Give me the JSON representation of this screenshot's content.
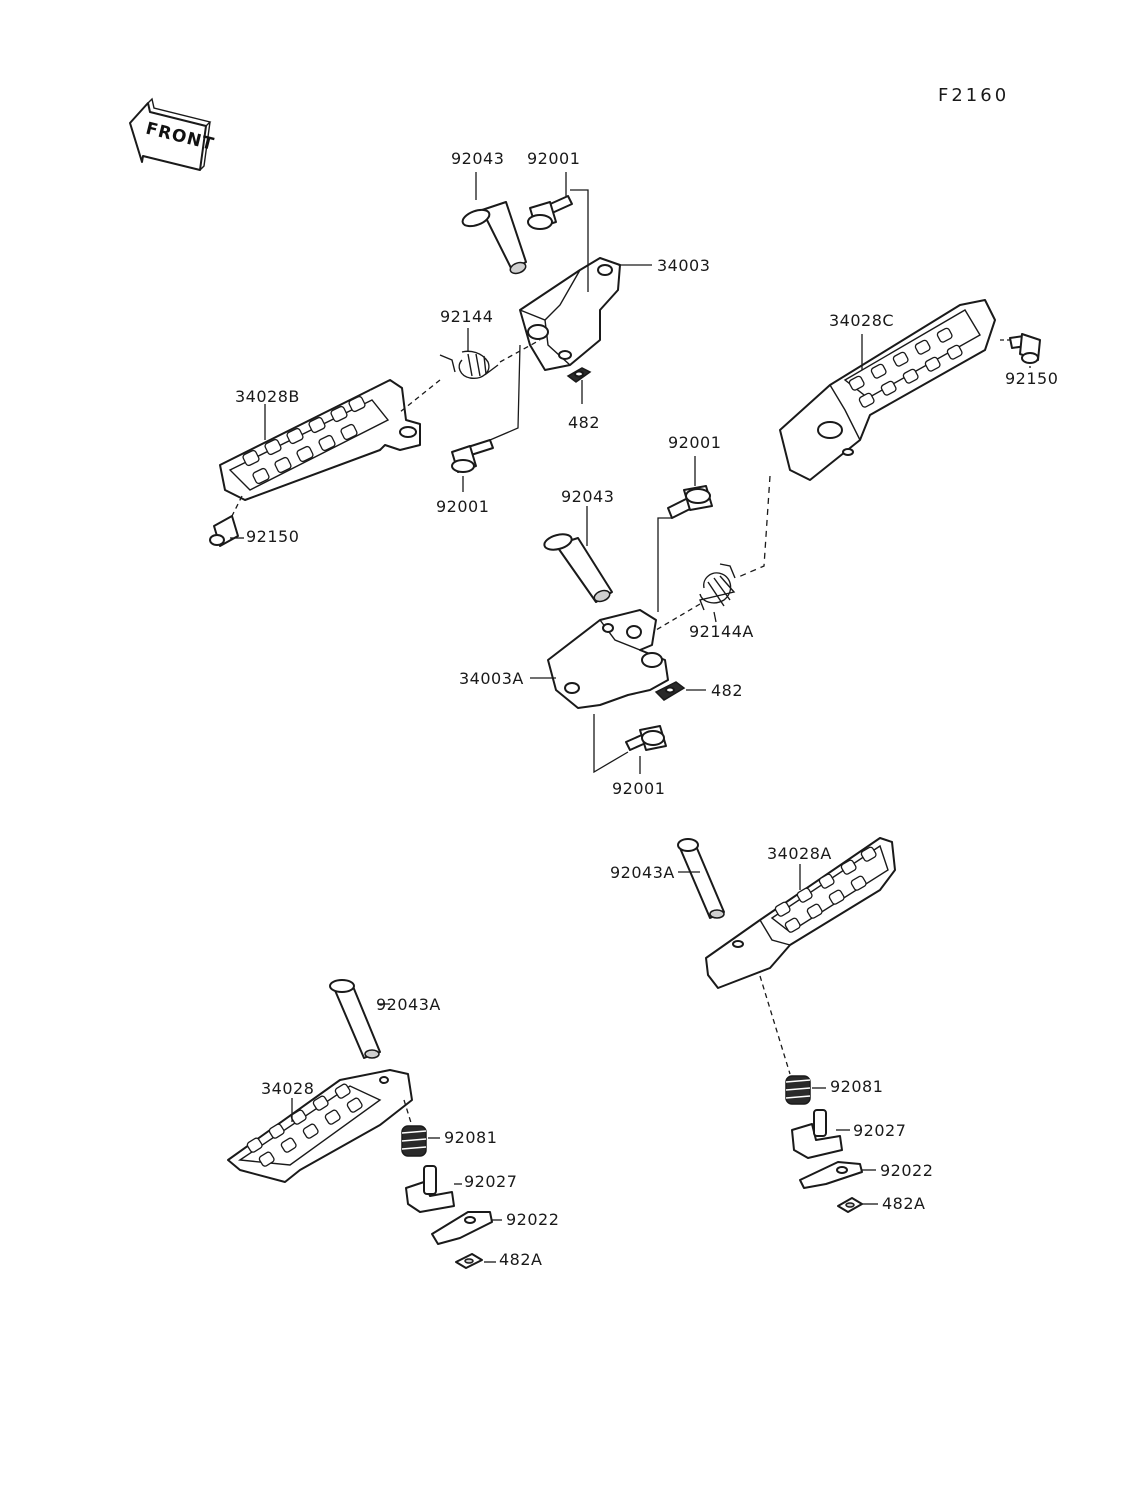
{
  "diagram": {
    "figure_id": "F2160",
    "front_label": "FRONT",
    "parts": {
      "p_92043_top": "92043",
      "p_92001_top": "92001",
      "p_34003": "34003",
      "p_92144": "92144",
      "p_34028B": "34028B",
      "p_482_top": "482",
      "p_92001_mid_left": "92001",
      "p_92150_left": "92150",
      "p_34028C": "34028C",
      "p_92150_right": "92150",
      "p_92001_mid_right": "92001",
      "p_92043_mid": "92043",
      "p_92144A": "92144A",
      "p_34003A": "34003A",
      "p_482_mid": "482",
      "p_92001_bottom": "92001",
      "p_92043A_right": "92043A",
      "p_34028A": "34028A",
      "p_92081_right": "92081",
      "p_92027_right": "92027",
      "p_92022_right": "92022",
      "p_482A_right": "482A",
      "p_92043A_left": "92043A",
      "p_34028": "34028",
      "p_92081_left": "92081",
      "p_92027_left": "92027",
      "p_92022_left": "92022",
      "p_482A_left": "482A"
    }
  }
}
